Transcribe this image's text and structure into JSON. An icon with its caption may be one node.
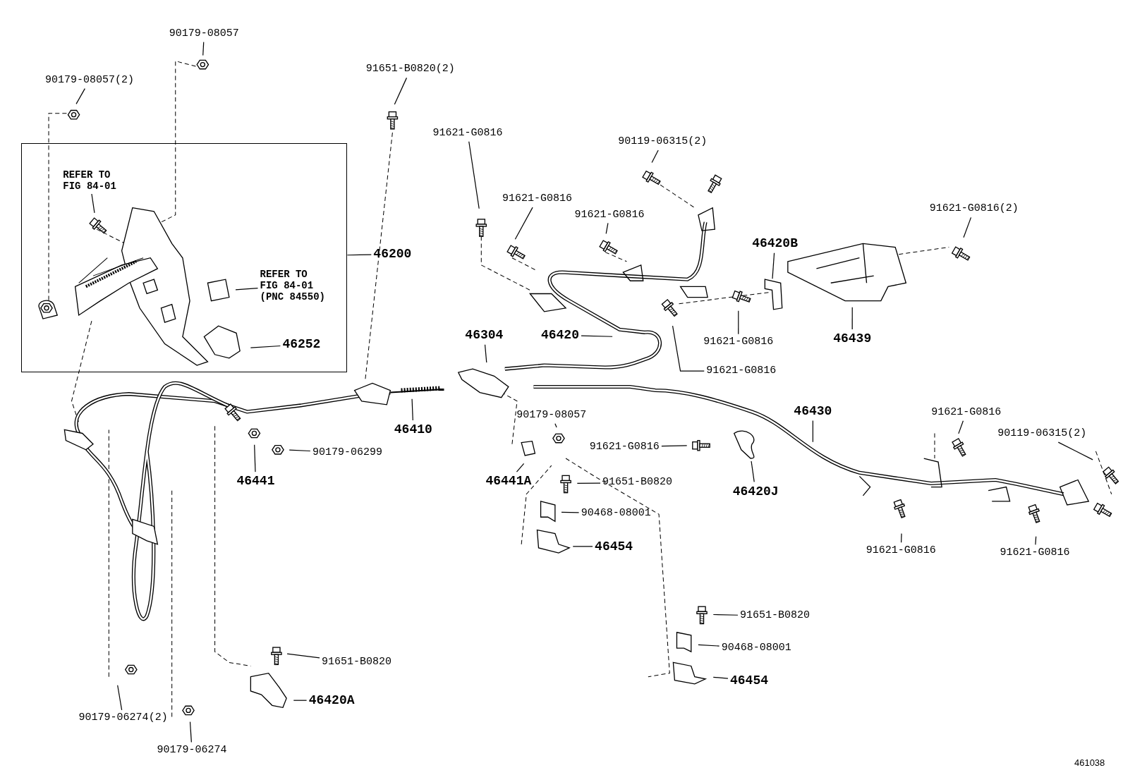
{
  "diagram": {
    "nodes": [
      {
        "text": [
          "90179-08057"
        ]
      },
      {
        "text": [
          "90179-08057(2)"
        ]
      },
      {
        "text": [
          "91651-B0820(2)"
        ]
      },
      {
        "text": [],
        "shape": "box"
      },
      {
        "text": [
          "REFER TO FIG 84-01"
        ],
        "in": 3
      },
      {
        "text": [
          "REFER TO FIG 84-01 (PNC 84550)"
        ],
        "in": 3
      },
      {
        "text": [
          "46252"
        ],
        "in": 3
      },
      {
        "text": [
          "46200"
        ]
      },
      {
        "text": [
          "91621-G0816"
        ]
      },
      {
        "text": [
          "90119-06315(2)"
        ]
      },
      {
        "text": [
          "91621-G0816"
        ]
      },
      {
        "text": [
          "91621-G0816"
        ]
      },
      {
        "text": [
          "91621-G0816(2)"
        ]
      },
      {
        "text": [
          "46420B"
        ]
      },
      {
        "text": [
          "46304"
        ]
      },
      {
        "text": [
          "46420"
        ]
      },
      {
        "text": [
          "46439"
        ]
      },
      {
        "text": [
          "91621-G0816"
        ]
      },
      {
        "text": [
          "91621-G0816"
        ]
      },
      {
        "text": [
          "46410"
        ]
      },
      {
        "text": [
          "90179-08057"
        ]
      },
      {
        "text": [
          "46430"
        ]
      },
      {
        "text": [
          "91621-G0816"
        ]
      },
      {
        "text": [
          "90119-06315(2)"
        ]
      },
      {
        "text": [
          "90179-06299"
        ]
      },
      {
        "text": [
          "91621-G0816"
        ]
      },
      {
        "text": [
          "46441"
        ]
      },
      {
        "text": [
          "46441A"
        ]
      },
      {
        "text": [
          "91651-B0820"
        ]
      },
      {
        "text": [
          "46420J"
        ]
      },
      {
        "text": [
          "90468-08001"
        ]
      },
      {
        "text": [
          "46454"
        ]
      },
      {
        "text": [
          "91621-G0816"
        ]
      },
      {
        "text": [
          "91621-G0816"
        ]
      },
      {
        "text": [
          "91651-B0820"
        ]
      },
      {
        "text": [
          "90468-08001"
        ]
      },
      {
        "text": [
          "91651-B0820"
        ]
      },
      {
        "text": [
          "46454"
        ]
      },
      {
        "text": [
          "46420A"
        ]
      },
      {
        "text": [
          "90179-06274(2)"
        ]
      },
      {
        "text": [
          "90179-06274"
        ]
      }
    ],
    "edges": [
      {
        "from": 0,
        "to": null,
        "arrow": "none"
      },
      {
        "from": 1,
        "to": null,
        "arrow": "none"
      },
      {
        "from": 2,
        "to": null,
        "arrow": "none"
      },
      {
        "from": 4,
        "to": null,
        "arrow": "none"
      },
      {
        "from": 5,
        "to": null,
        "arrow": "none"
      },
      {
        "from": 6,
        "to": null,
        "arrow": "none"
      },
      {
        "from": 7,
        "to": 3,
        "arrow": "none"
      },
      {
        "from": 8,
        "to": null,
        "arrow": "none"
      },
      {
        "from": 9,
        "to": null,
        "arrow": "none"
      },
      {
        "from": 10,
        "to": null,
        "arrow": "none"
      },
      {
        "from": 11,
        "to": null,
        "arrow": "none"
      },
      {
        "from": 12,
        "to": null,
        "arrow": "none"
      },
      {
        "from": 13,
        "to": null,
        "arrow": "none"
      },
      {
        "from": 14,
        "to": null,
        "arrow": "none"
      },
      {
        "from": 15,
        "to": null,
        "arrow": "none"
      },
      {
        "from": 16,
        "to": null,
        "arrow": "none"
      },
      {
        "from": 17,
        "to": null,
        "arrow": "none"
      },
      {
        "from": 18,
        "to": null,
        "arrow": "none"
      },
      {
        "from": 19,
        "to": null,
        "arrow": "none"
      },
      {
        "from": 20,
        "to": null,
        "arrow": "none"
      },
      {
        "from": 21,
        "to": null,
        "arrow": "none"
      },
      {
        "from": 22,
        "to": null,
        "arrow": "none"
      },
      {
        "from": 23,
        "to": null,
        "arrow": "none"
      },
      {
        "from": 24,
        "to": null,
        "arrow": "none"
      },
      {
        "from": 25,
        "to": null,
        "arrow": "none"
      },
      {
        "from": 26,
        "to": null,
        "arrow": "none"
      },
      {
        "from": 27,
        "to": null,
        "arrow": "none"
      },
      {
        "from": 28,
        "to": null,
        "arrow": "none"
      },
      {
        "from": 29,
        "to": null,
        "arrow": "none"
      },
      {
        "from": 30,
        "to": null,
        "arrow": "none"
      },
      {
        "from": 31,
        "to": null,
        "arrow": "none"
      },
      {
        "from": 32,
        "to": null,
        "arrow": "none"
      },
      {
        "from": 33,
        "to": null,
        "arrow": "none"
      },
      {
        "from": 34,
        "to": null,
        "arrow": "none"
      },
      {
        "from": 35,
        "to": null,
        "arrow": "none"
      },
      {
        "from": 36,
        "to": null,
        "arrow": "none"
      },
      {
        "from": 37,
        "to": null,
        "arrow": "none"
      },
      {
        "from": 38,
        "to": null,
        "arrow": "none"
      },
      {
        "from": 39,
        "to": null,
        "arrow": "none"
      },
      {
        "from": 40,
        "to": null,
        "arrow": "none"
      }
    ],
    "labels": [
      "461038"
    ]
  }
}
